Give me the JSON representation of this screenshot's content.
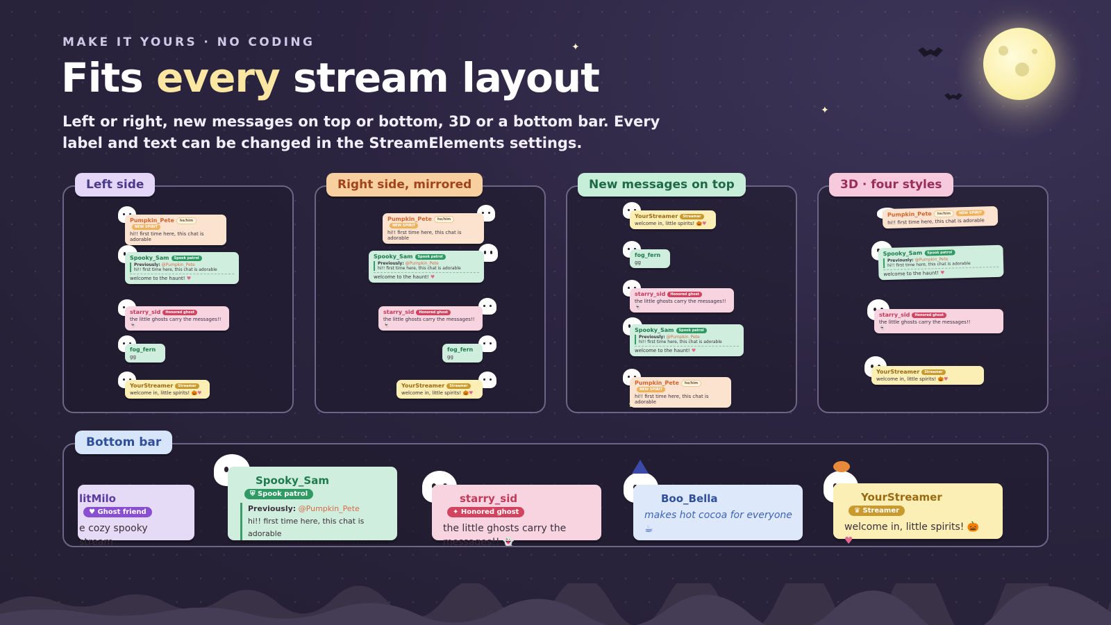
{
  "header": {
    "kicker": "MAKE IT YOURS · NO CODING",
    "title_pre": "Fits ",
    "title_highlight": "every",
    "title_post": " stream layout",
    "subtitle": "Left or right, new messages on top or bottom, 3D or a bottom bar. Every label and text can be changed in the StreamElements settings."
  },
  "panels": {
    "left": {
      "tab": "Left side"
    },
    "right": {
      "tab": "Right side, mirrored"
    },
    "top": {
      "tab": "New messages on top"
    },
    "three_d": {
      "tab": "3D · four styles"
    },
    "bottom": {
      "tab": "Bottom bar"
    }
  },
  "messages": {
    "pumpkin": {
      "name": "Pumpkin_Pete",
      "badge1": "he/him",
      "badge2": "NEW SPIRIT",
      "text": "hi!! first time here, this chat is adorable"
    },
    "spooky": {
      "name": "Spooky_Sam",
      "badge": "Spook patrol",
      "reply_label": "Previously:",
      "reply_to": "@Pumpkin_Pete",
      "reply_text": "hi!! first time here, this chat is adorable",
      "text": "welcome to the haunt!"
    },
    "starry": {
      "name": "starry_sid",
      "badge": "Honored ghost",
      "text": "the little ghosts carry the messages!!"
    },
    "fog": {
      "name": "fog_fern",
      "text": "gg"
    },
    "streamer": {
      "name": "YourStreamer",
      "badge": "Streamer",
      "text": "welcome in, little spirits!"
    },
    "milo": {
      "name": "litMilo",
      "badge": "Ghost friend",
      "text": "e cozy spooky stream"
    },
    "bella": {
      "name": "Boo_Bella",
      "text": "makes hot cocoa for everyone"
    }
  },
  "icons": {
    "heart": "♥",
    "pumpkin": "🎃",
    "ghost": "👻",
    "cocoa": "☕",
    "sparkle": "✦",
    "shield": "⛨",
    "crown": "♛"
  },
  "colors": {
    "accent_yellow": "#fbe7a2",
    "tab_left": "#e3d6f7",
    "tab_right": "#f8cf9e",
    "tab_top": "#c7eed9",
    "tab_3d": "#f6c9dd",
    "tab_bottom": "#d7e5fb",
    "badge_green": "#2f9a63",
    "badge_pink": "#d1435f",
    "badge_gold": "#c99a2e",
    "badge_purple": "#8a4fd1"
  }
}
